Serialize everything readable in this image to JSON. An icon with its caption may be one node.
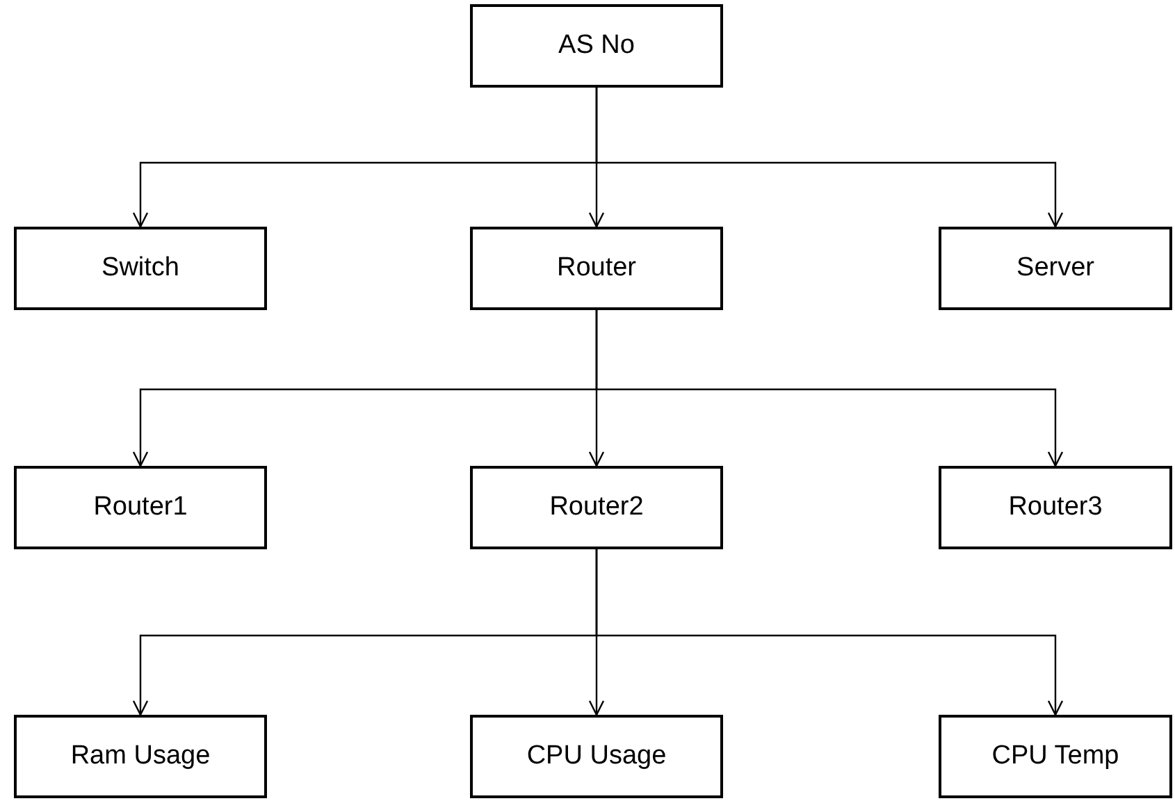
{
  "diagram": {
    "nodes": [
      {
        "text": [
          "AS No"
        ]
      },
      {
        "text": [
          "Switch"
        ]
      },
      {
        "text": [
          "Router"
        ]
      },
      {
        "text": [
          "Server"
        ]
      },
      {
        "text": [
          "Router1"
        ]
      },
      {
        "text": [
          "Router2"
        ]
      },
      {
        "text": [
          "Router3"
        ]
      },
      {
        "text": [
          "Ram Usage"
        ]
      },
      {
        "text": [
          "CPU Usage"
        ]
      },
      {
        "text": [
          "CPU Temp"
        ]
      }
    ],
    "edges": [
      {
        "from": 0,
        "to": 1,
        "arrow": "to"
      },
      {
        "from": 0,
        "to": 2,
        "arrow": "to"
      },
      {
        "from": 0,
        "to": 3,
        "arrow": "to"
      },
      {
        "from": 2,
        "to": 4,
        "arrow": "to"
      },
      {
        "from": 2,
        "to": 5,
        "arrow": "to"
      },
      {
        "from": 2,
        "to": 6,
        "arrow": "to"
      },
      {
        "from": 5,
        "to": 7,
        "arrow": "to"
      },
      {
        "from": 5,
        "to": 8,
        "arrow": "to"
      },
      {
        "from": 5,
        "to": 9,
        "arrow": "to"
      }
    ]
  }
}
